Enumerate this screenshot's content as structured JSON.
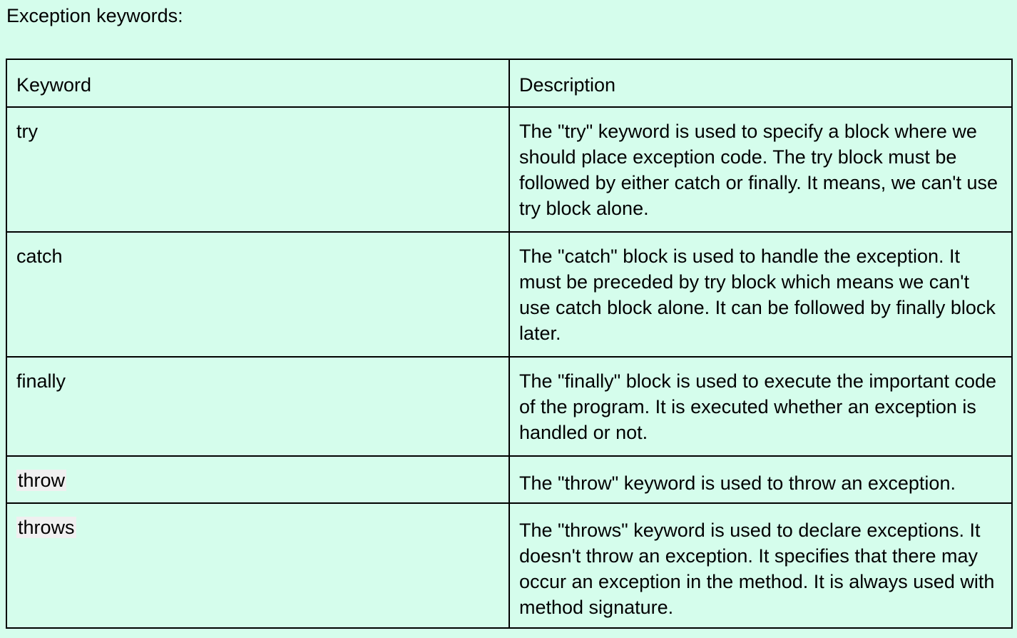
{
  "heading": "Exception keywords:",
  "table": {
    "headers": {
      "keyword": "Keyword",
      "description": "Description"
    },
    "rows": [
      {
        "keyword": "try",
        "highlighted": false,
        "description": "The \"try\" keyword is used to specify a block where we should place exception code. The try block must be followed by either catch or finally. It means, we can't use try block alone."
      },
      {
        "keyword": "catch",
        "highlighted": false,
        "description": "The \"catch\" block is used to handle the exception. It must be preceded by try block which means we can't use catch block alone. It can be followed by finally block later."
      },
      {
        "keyword": "finally",
        "highlighted": false,
        "description": "The \"finally\" block is used to execute the important code of the program. It is executed whether an exception is handled or not."
      },
      {
        "keyword": "throw",
        "highlighted": true,
        "description": "The \"throw\" keyword is used to throw an exception."
      },
      {
        "keyword": "throws",
        "highlighted": true,
        "description": "The \"throws\" keyword is used to declare exceptions. It doesn't throw an exception. It specifies that there may occur an exception in the method. It is always used with method signature."
      }
    ]
  },
  "colors": {
    "page_background": "#d5fdec",
    "border": "#000000",
    "keyword_highlight": "#f0f0f0"
  }
}
